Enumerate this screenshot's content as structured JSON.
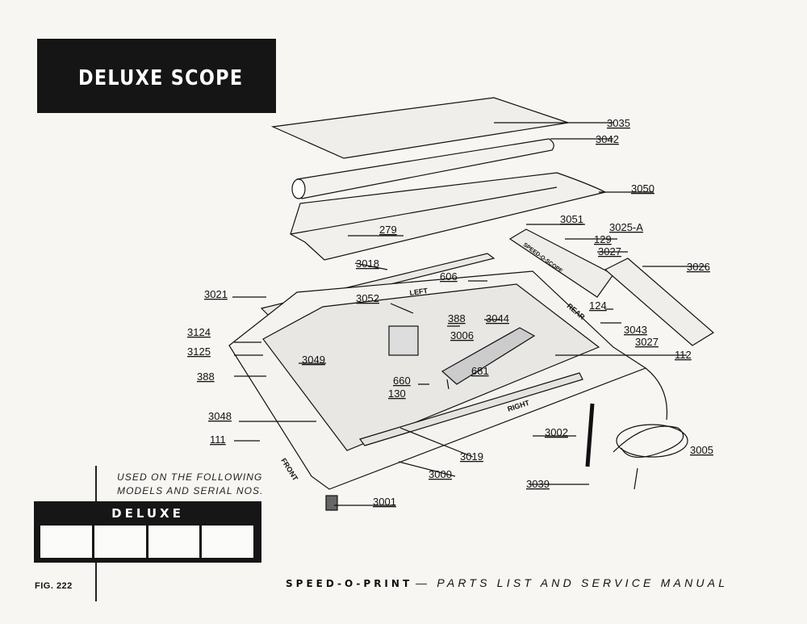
{
  "title": "DELUXE SCOPE",
  "used_on": {
    "line1": "USED ON THE FOLLOWING",
    "line2": "MODELS AND SERIAL NOS."
  },
  "model_box": {
    "label": "DELUXE",
    "cells": [
      "",
      "",
      "",
      ""
    ]
  },
  "figure_label": "FIG. 222",
  "footer": {
    "brand": "SPEED-O-PRINT",
    "rest": "— PARTS LIST AND SERVICE MANUAL"
  },
  "diagram_labels": {
    "left": "LEFT",
    "right": "RIGHT",
    "rear": "REAR",
    "front": "FRONT",
    "strip": "SPEED-O-SCOPE"
  },
  "parts": {
    "p3035": "3035",
    "p3042": "3042",
    "p3050": "3050",
    "p3051": "3051",
    "p3025a": "3025-A",
    "p129": "129",
    "p3027a": "3027",
    "p3026": "3026",
    "p279": "279",
    "p3018": "3018",
    "p606": "606",
    "p3021": "3021",
    "p3052": "3052",
    "p124": "124",
    "p3043": "3043",
    "p3027b": "3027",
    "p112": "112",
    "p388a": "388",
    "p3044": "3044",
    "p3006": "3006",
    "p3124": "3124",
    "p3125": "3125",
    "p3049": "3049",
    "p660": "660",
    "p681": "681",
    "p388b": "388",
    "p130": "130",
    "p3048": "3048",
    "p111": "111",
    "p3002": "3002",
    "p3005": "3005",
    "p3019": "3019",
    "p3000": "3000",
    "p3039": "3039",
    "p3001": "3001"
  }
}
